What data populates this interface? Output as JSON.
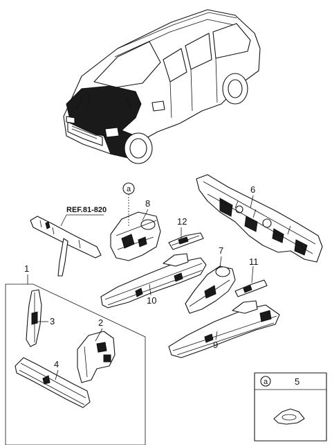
{
  "reference": "REF.81-820",
  "callouts": {
    "p1": "1",
    "p2": "2",
    "p3": "3",
    "p4": "4",
    "p5": "5",
    "p6": "6",
    "p7": "7",
    "p8": "8",
    "p9": "9",
    "p10": "10",
    "p11": "11",
    "p12": "12"
  },
  "detail_marker": "a",
  "inset": {
    "marker": "a",
    "part_number": "5"
  }
}
